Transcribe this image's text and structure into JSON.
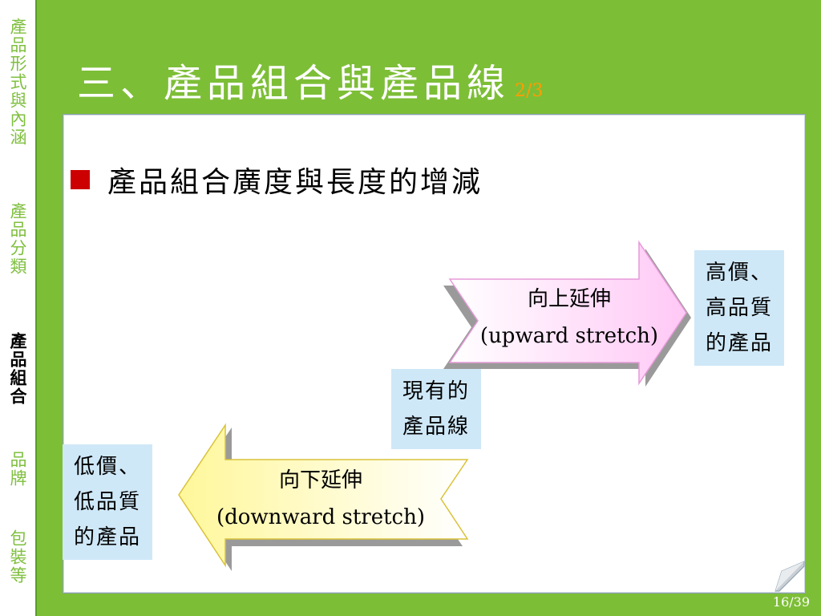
{
  "sidebar": {
    "items": [
      {
        "label": "產品形式與內涵",
        "active": false
      },
      {
        "label": "產品分類",
        "active": false
      },
      {
        "label": "產品組合",
        "active": true
      },
      {
        "label": "品牌",
        "active": false
      },
      {
        "label": "包裝等",
        "active": false
      }
    ]
  },
  "slide": {
    "title": "三、產品組合與產品線",
    "title_part": "2/3",
    "bullet": "產品組合廣度與長度的增減",
    "upward": {
      "line1": "向上延伸",
      "line2": "(upward stretch)"
    },
    "downward": {
      "line1": "向下延伸",
      "line2": "(downward stretch)"
    },
    "high_box": [
      "高價、",
      "高品質",
      "的產品"
    ],
    "current_box": [
      "現有的",
      "產品線"
    ],
    "low_box": [
      "低價、",
      "低品質",
      "的產品"
    ],
    "page_number": "16/39"
  },
  "colors": {
    "background": "#7dbe37",
    "title": "#ffffff",
    "title_part": "#ff9d00",
    "bullet": "#cc0000",
    "info_box": "#cfe8f8",
    "up_arrow": "#ffd2f8",
    "down_arrow": "#fff7a8"
  }
}
